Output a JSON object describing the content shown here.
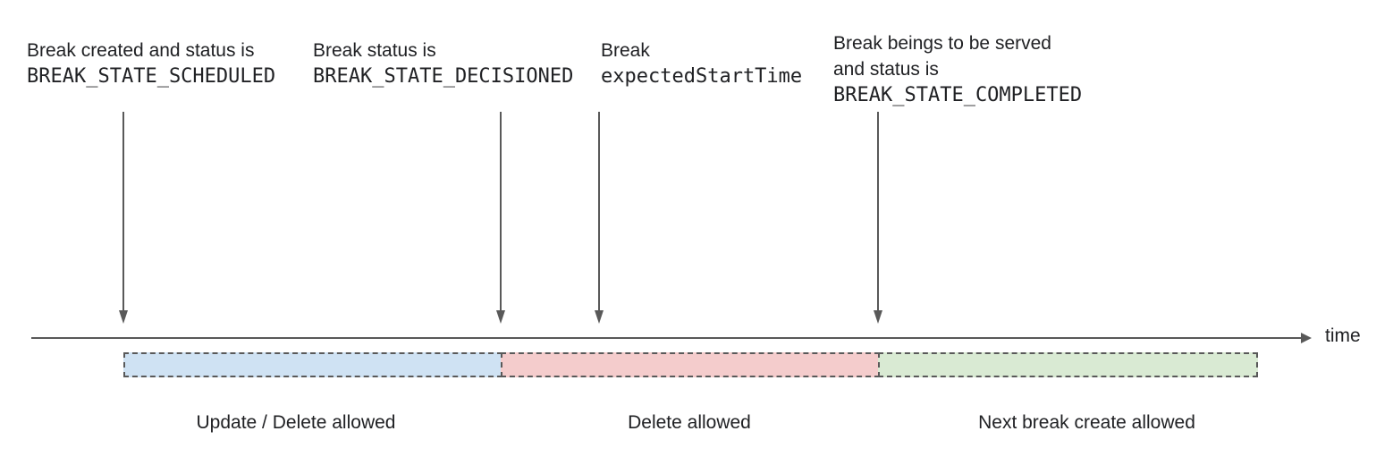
{
  "annotations": {
    "scheduled": {
      "line1": "Break created and status is",
      "line2": "BREAK_STATE_SCHEDULED"
    },
    "decisioned": {
      "line1": "Break status is",
      "line2": "BREAK_STATE_DECISIONED"
    },
    "expected_start": {
      "line1": "Break",
      "line2": "expectedStartTime"
    },
    "completed": {
      "line1": "Break beings to be served",
      "line2": "and status is",
      "line3": "BREAK_STATE_COMPLETED"
    }
  },
  "timeline": {
    "axis_label": "time"
  },
  "segments": {
    "update_delete": {
      "label": "Update / Delete allowed",
      "fill": "#cfe2f3"
    },
    "delete_only": {
      "label": "Delete allowed",
      "fill": "#f4cccc"
    },
    "next_break": {
      "label": "Next break create allowed",
      "fill": "#d9ead3"
    }
  },
  "colors": {
    "text": "#202124",
    "line": "#595959",
    "segment_border": "#595959"
  }
}
